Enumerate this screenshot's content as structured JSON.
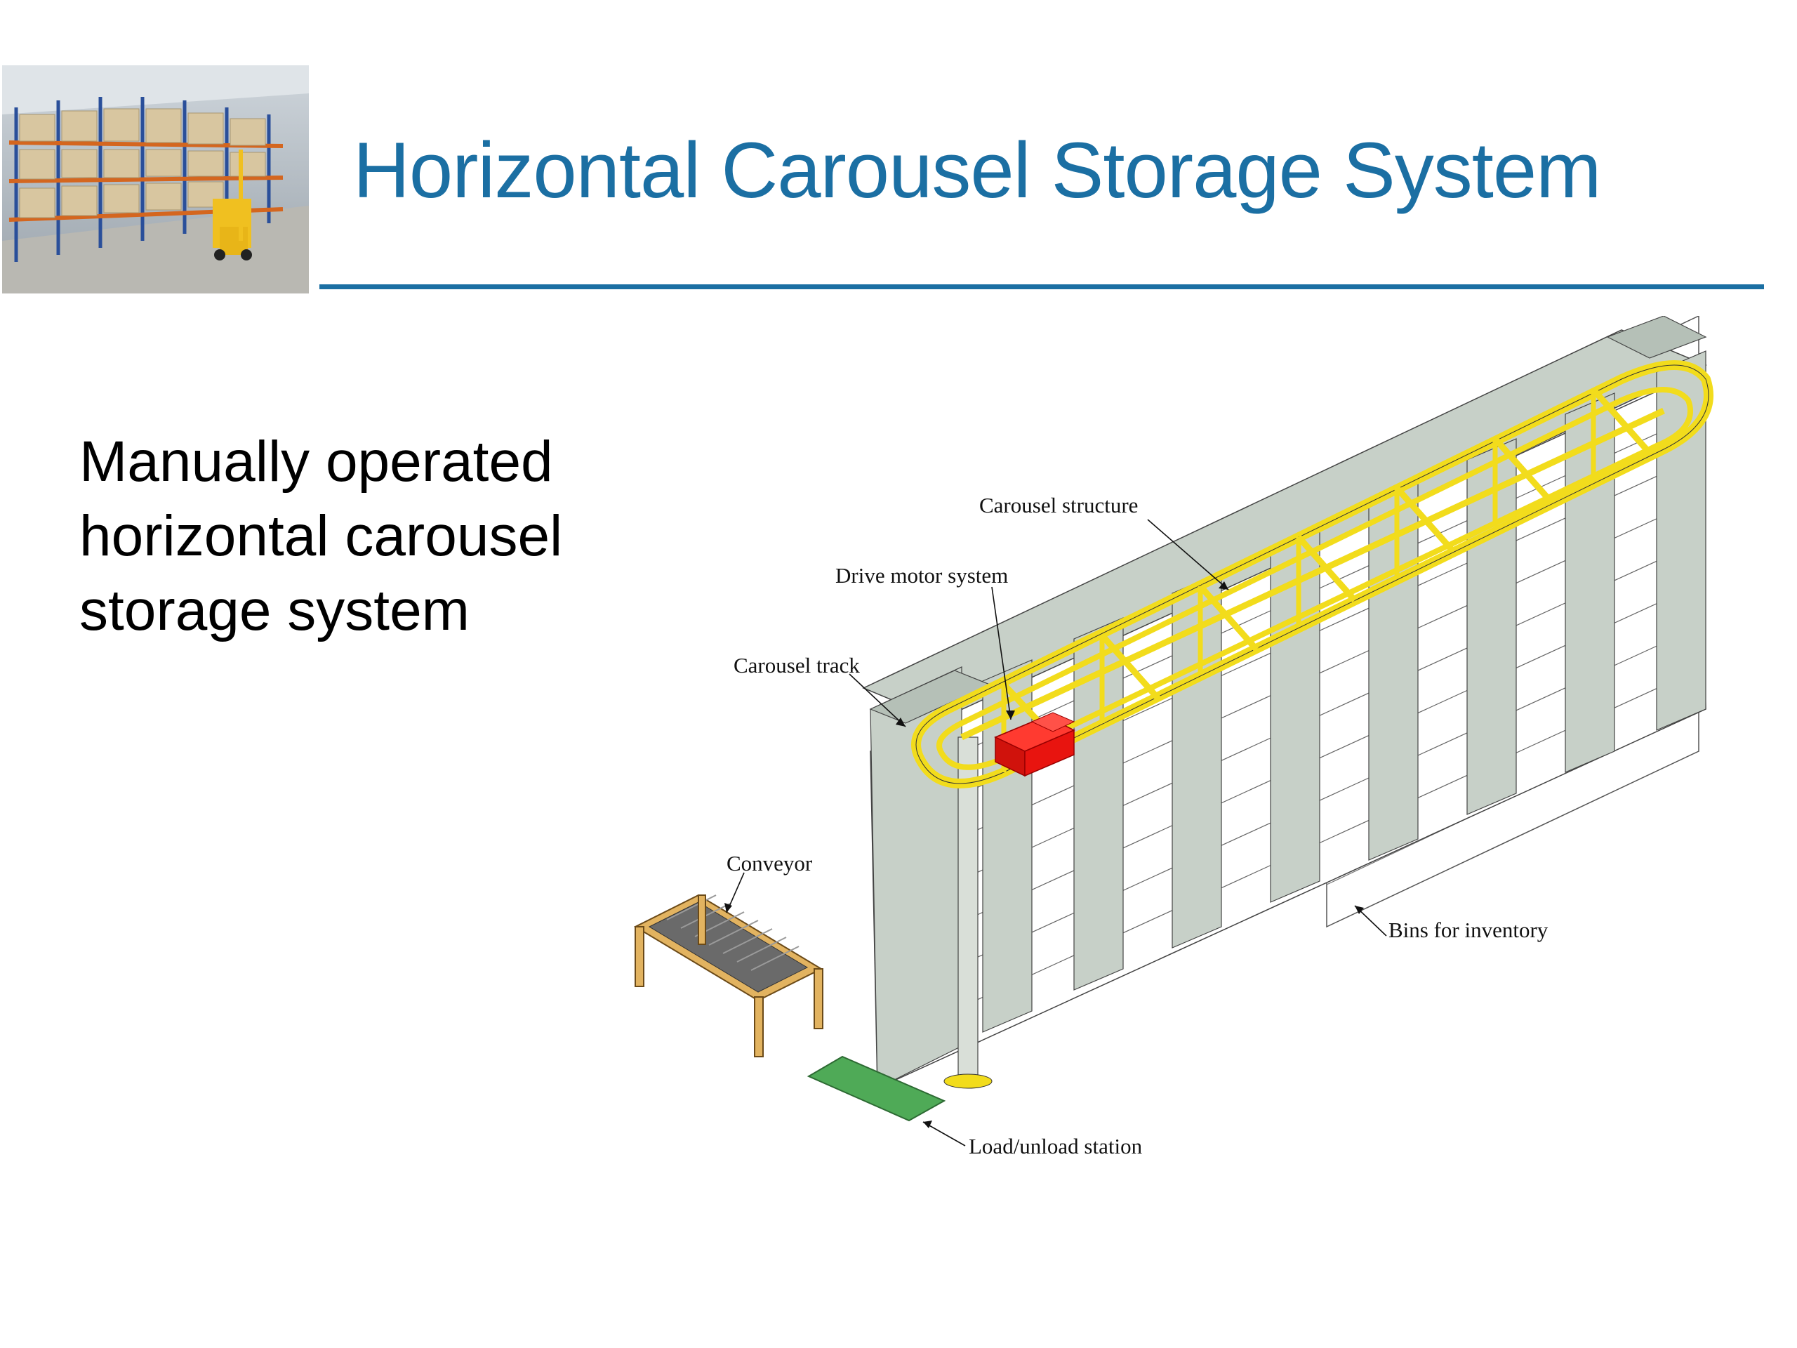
{
  "slide": {
    "title": "Horizontal Carousel Storage System",
    "body": "Manually operated horizontal carousel storage system"
  },
  "diagram": {
    "labels": {
      "carousel_structure": "Carousel structure",
      "drive_motor_system": "Drive motor system",
      "carousel_track": "Carousel track",
      "conveyor": "Conveyor",
      "bins_for_inventory": "Bins for inventory",
      "load_unload_station": "Load/unload station"
    }
  },
  "colors": {
    "title": "#1b6fa3",
    "track": "#f2dc1c",
    "motor": "#e8140f",
    "station": "#4faa57",
    "conveyor_frame": "#e2b360",
    "panel": "#c7d0c8"
  }
}
